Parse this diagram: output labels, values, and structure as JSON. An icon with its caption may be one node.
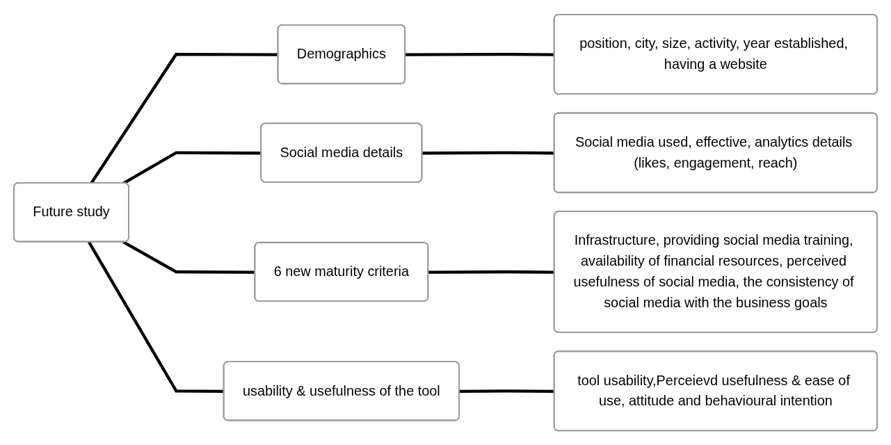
{
  "diagram": {
    "nodes": [
      {
        "text": [
          "Future study"
        ]
      },
      {
        "text": [
          "Demographics"
        ]
      },
      {
        "text": [
          "Social media details"
        ]
      },
      {
        "text": [
          "6 new maturity criteria"
        ]
      },
      {
        "text": [
          "usability & usefulness of the tool"
        ]
      },
      {
        "text": [
          "position, city, size, activity, year established, having a website"
        ]
      },
      {
        "text": [
          "Social media used, effective, analytics details (likes, engagement, reach)"
        ]
      },
      {
        "text": [
          "Infrastructure, providing social media training, availability of financial resources, perceived usefulness of social media, the consistency of social media with the business goals"
        ]
      },
      {
        "text": [
          "tool usability,Perceievd usefulness & ease of use, attitude and behavioural intention"
        ]
      }
    ],
    "edges": [
      {
        "from": 0,
        "to": 1,
        "arrow": "none"
      },
      {
        "from": 0,
        "to": 2,
        "arrow": "none"
      },
      {
        "from": 0,
        "to": 3,
        "arrow": "none"
      },
      {
        "from": 0,
        "to": 4,
        "arrow": "none"
      },
      {
        "from": 1,
        "to": 5,
        "arrow": "none"
      },
      {
        "from": 2,
        "to": 6,
        "arrow": "none"
      },
      {
        "from": 3,
        "to": 7,
        "arrow": "none"
      },
      {
        "from": 4,
        "to": 8,
        "arrow": "none"
      }
    ]
  }
}
